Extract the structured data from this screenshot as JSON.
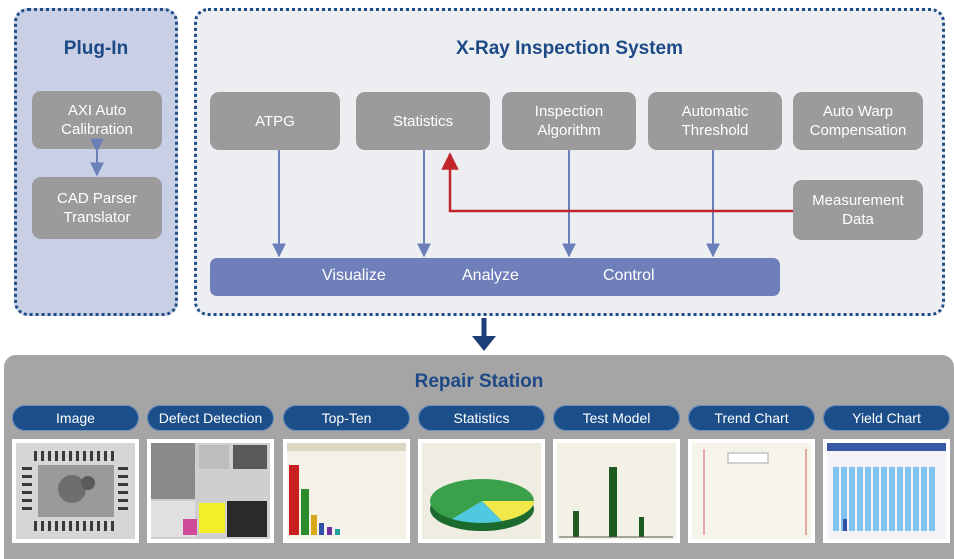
{
  "plugin": {
    "title": "Plug-In",
    "boxes": [
      "AXI Auto\nCalibration",
      "CAD Parser\nTranslator"
    ]
  },
  "xray": {
    "title": "X-Ray Inspection System",
    "modules": [
      "ATPG",
      "Statistics",
      "Inspection\nAlgorithm",
      "Automatic\nThreshold",
      "Auto Warp\nCompensation"
    ],
    "measurement": "Measurement\nData",
    "bar_labels": [
      "Visualize",
      "Analyze",
      "Control"
    ]
  },
  "repair": {
    "title": "Repair Station",
    "tabs": [
      "Image",
      "Defect Detection",
      "Top-Ten",
      "Statistics",
      "Test Model",
      "Trend Chart",
      "Yield Chart"
    ]
  },
  "colors": {
    "accent_blue": "#1d4a86",
    "feedback_red": "#c0262c",
    "bar_blue": "#6e7fb9",
    "box_gray": "#9b9b9b"
  }
}
